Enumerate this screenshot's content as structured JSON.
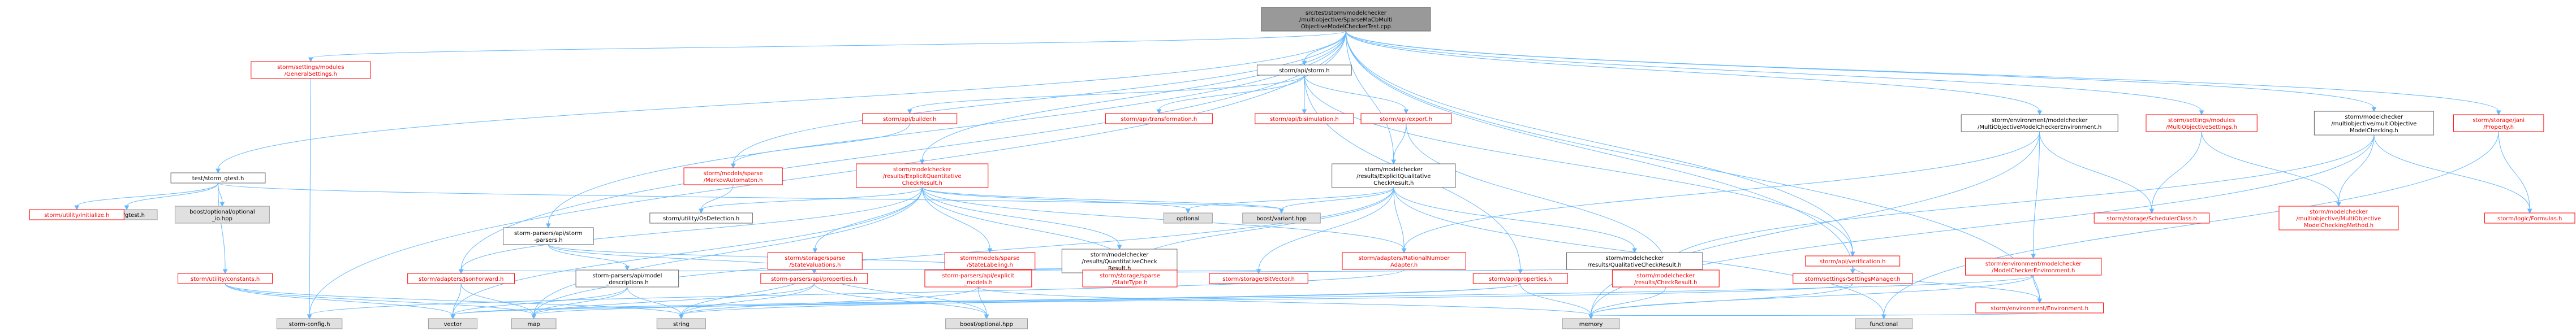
{
  "colors": {
    "edge": "#63b8ff",
    "root_fill": "#999999",
    "root_text": "#000000",
    "link_border": "#ff0000",
    "link_text": "#ff0000",
    "plain_border": "#666666",
    "plain_text": "#000000",
    "ext_fill": "#e0e0e0",
    "ext_border": "#999999",
    "ext_text": "#000000"
  },
  "nodes": [
    {
      "id": "root",
      "lines": [
        "src/test/storm/modelchecker",
        "/multiobjective/SparseMaCbMulti",
        "ObjectiveModelCheckerTest.cpp"
      ],
      "kind": "root"
    },
    {
      "id": "gensettings",
      "lines": [
        "storm/settings/modules",
        "/GeneralSettings.h"
      ],
      "kind": "link"
    },
    {
      "id": "stormconfig",
      "lines": [
        "storm-config.h"
      ],
      "kind": "ext"
    },
    {
      "id": "test_gtest",
      "lines": [
        "test/storm_gtest.h"
      ],
      "kind": "plain"
    },
    {
      "id": "gtest",
      "lines": [
        "gtest/gtest.h"
      ],
      "kind": "ext"
    },
    {
      "id": "boostopt_hpp",
      "lines": [
        "boost/optional/optional",
        "_io.hpp"
      ],
      "kind": "ext"
    },
    {
      "id": "util_init",
      "lines": [
        "storm/utility/initialize.h"
      ],
      "kind": "link"
    },
    {
      "id": "util_const",
      "lines": [
        "storm/utility/constants.h"
      ],
      "kind": "link"
    },
    {
      "id": "api_storm",
      "lines": [
        "storm/api/storm.h"
      ],
      "kind": "plain"
    },
    {
      "id": "api_builder",
      "lines": [
        "storm/api/builder.h"
      ],
      "kind": "link"
    },
    {
      "id": "api_transf",
      "lines": [
        "storm/api/transformation.h"
      ],
      "kind": "link"
    },
    {
      "id": "api_bisim",
      "lines": [
        "storm/api/bisimulation.h"
      ],
      "kind": "link"
    },
    {
      "id": "api_export",
      "lines": [
        "storm/api/export.h"
      ],
      "kind": "link"
    },
    {
      "id": "models_markov",
      "lines": [
        "storm/models/sparse",
        "/MarkovAutomaton.h"
      ],
      "kind": "link"
    },
    {
      "id": "parsers_api",
      "lines": [
        "storm-parsers/api/storm",
        "-parsers.h"
      ],
      "kind": "plain"
    },
    {
      "id": "mc_explquant",
      "lines": [
        "storm/modelchecker",
        "/results/ExplicitQuantitative",
        "CheckResult.h"
      ],
      "kind": "link"
    },
    {
      "id": "mc_explqual",
      "lines": [
        "storm/modelchecker",
        "/results/ExplicitQualitative",
        "CheckResult.h"
      ],
      "kind": "plain"
    },
    {
      "id": "util_osdet",
      "lines": [
        "storm/utility/OsDetection.h"
      ],
      "kind": "plain"
    },
    {
      "id": "storage_statevals",
      "lines": [
        "storm/storage/sparse",
        "/StateValuations.h"
      ],
      "kind": "link"
    },
    {
      "id": "models_statelab",
      "lines": [
        "storm/models/sparse",
        "/StateLabeling.h"
      ],
      "kind": "link"
    },
    {
      "id": "mc_quantcheck",
      "lines": [
        "storm/modelchecker",
        "/results/QuantitativeCheck",
        "Result.h"
      ],
      "kind": "plain"
    },
    {
      "id": "optional",
      "lines": [
        "optional"
      ],
      "kind": "ext"
    },
    {
      "id": "boostvariant",
      "lines": [
        "boost/variant.hpp"
      ],
      "kind": "ext"
    },
    {
      "id": "adapters_rational",
      "lines": [
        "storm/adapters/RationalNumber",
        "Adapter.h"
      ],
      "kind": "link"
    },
    {
      "id": "mc_qualcheck",
      "lines": [
        "storm/modelchecker",
        "/results/QualitativeCheckResult.h"
      ],
      "kind": "plain"
    },
    {
      "id": "api_verif",
      "lines": [
        "storm/api/verification.h"
      ],
      "kind": "link"
    },
    {
      "id": "env_multi",
      "lines": [
        "storm/environment/modelchecker",
        "/MultiObjectiveModelCheckerEnvironment.h"
      ],
      "kind": "plain"
    },
    {
      "id": "env_mc",
      "lines": [
        "storm/environment/modelchecker",
        "/ModelCheckerEnvironment.h"
      ],
      "kind": "link"
    },
    {
      "id": "settings_multi",
      "lines": [
        "storm/settings/modules",
        "/MultiObjectiveSettings.h"
      ],
      "kind": "link"
    },
    {
      "id": "storage_sched",
      "lines": [
        "storm/storage/SchedulerClass.h"
      ],
      "kind": "link"
    },
    {
      "id": "mc_multi_mc",
      "lines": [
        "storm/modelchecker",
        "/multiobjective/multiObjective",
        "ModelChecking.h"
      ],
      "kind": "plain"
    },
    {
      "id": "mc_multi_method",
      "lines": [
        "storm/modelchecker",
        "/multiobjective/MultiObjective",
        "ModelCheckingMethod.h"
      ],
      "kind": "link"
    },
    {
      "id": "storage_jani",
      "lines": [
        "storm/storage/jani",
        "/Property.h"
      ],
      "kind": "link"
    },
    {
      "id": "logic_formulas",
      "lines": [
        "storm/logic/Formulas.h"
      ],
      "kind": "link"
    },
    {
      "id": "adapters_json",
      "lines": [
        "storm/adapters/JsonForward.h"
      ],
      "kind": "link"
    },
    {
      "id": "parsers_model_desc",
      "lines": [
        "storm-parsers/api/model",
        "_descriptions.h"
      ],
      "kind": "plain"
    },
    {
      "id": "parsers_props",
      "lines": [
        "storm-parsers/api/properties.h"
      ],
      "kind": "link"
    },
    {
      "id": "parsers_explicit",
      "lines": [
        "storm-parsers/api/explicit",
        "_models.h"
      ],
      "kind": "link"
    },
    {
      "id": "storage_statetype",
      "lines": [
        "storm/storage/sparse",
        "/StateType.h"
      ],
      "kind": "link"
    },
    {
      "id": "storage_bitvec",
      "lines": [
        "storm/storage/BitVector.h"
      ],
      "kind": "link"
    },
    {
      "id": "mc_checkresult",
      "lines": [
        "storm/modelchecker",
        "/results/CheckResult.h"
      ],
      "kind": "link"
    },
    {
      "id": "api_props",
      "lines": [
        "storm/api/properties.h"
      ],
      "kind": "link"
    },
    {
      "id": "settings_mgr",
      "lines": [
        "storm/settings/SettingsManager.h"
      ],
      "kind": "link"
    },
    {
      "id": "env_env",
      "lines": [
        "storm/environment/Environment.h"
      ],
      "kind": "link"
    },
    {
      "id": "vector",
      "lines": [
        "vector"
      ],
      "kind": "ext"
    },
    {
      "id": "map",
      "lines": [
        "map"
      ],
      "kind": "ext"
    },
    {
      "id": "string",
      "lines": [
        "string"
      ],
      "kind": "ext"
    },
    {
      "id": "boostoptional",
      "lines": [
        "boost/optional.hpp"
      ],
      "kind": "ext"
    },
    {
      "id": "memory",
      "lines": [
        "memory"
      ],
      "kind": "ext"
    },
    {
      "id": "functional",
      "lines": [
        "functional"
      ],
      "kind": "ext"
    }
  ]
}
